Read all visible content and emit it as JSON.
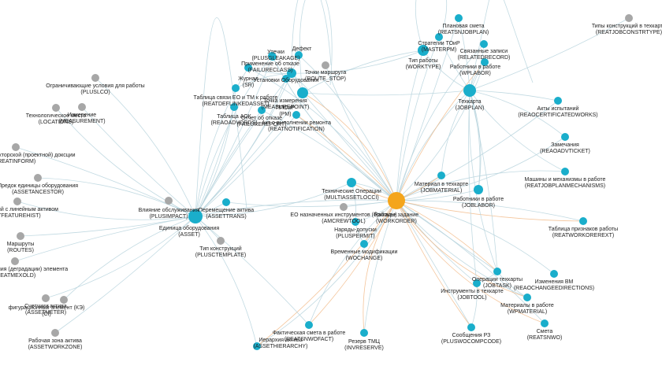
{
  "colors": {
    "entity": "#1aaecb",
    "reference": "#a7a7a7",
    "central": "#f4a51c",
    "edge": "#b7d3dd",
    "edge_highlight": "#f0b27a"
  },
  "nodes": [
    {
      "id": "workorder",
      "kind": "central",
      "label1": "Рабочее задание",
      "label2": "(WORKORDER)"
    },
    {
      "id": "asset",
      "kind": "entity",
      "label1": "Единица оборудования",
      "label2": "(ASSET)"
    },
    {
      "id": "jobplan",
      "kind": "entity",
      "label1": "Техкарта",
      "label2": "(JOBPLAN)"
    },
    {
      "id": "worktype",
      "kind": "entity",
      "label1": "Тип работы",
      "label2": "(WORKTYPE)"
    },
    {
      "id": "measurepoint",
      "kind": "entity",
      "label1": "Точка измерения",
      "label2": "(MEASUREPOINT)"
    },
    {
      "id": "pm",
      "kind": "entity",
      "label1": "ППОиР",
      "label2": "(PM)"
    },
    {
      "id": "multiasset",
      "kind": "entity",
      "label1": "Технические Операции",
      "label2": "(MULTIASSETLOCCI)"
    },
    {
      "id": "plusmpermit",
      "kind": "entity",
      "label1": "Наряды-допуски",
      "label2": "(PLUSPERMIT)"
    },
    {
      "id": "wochange",
      "kind": "entity",
      "label1": "Временные модификации",
      "label2": "(WOCHANGE)"
    },
    {
      "id": "jobmaterial",
      "kind": "entity",
      "label1": "Материал в техкарте",
      "label2": "(JOBMATERIAL)"
    },
    {
      "id": "joblabor",
      "kind": "entity",
      "label1": "Работники в работе",
      "label2": "(JOBLABOR)"
    },
    {
      "id": "wplabor",
      "kind": "entity",
      "label1": "Работники в работе",
      "label2": "(WPLABOR)"
    },
    {
      "id": "relatedrecord",
      "kind": "entity",
      "label1": "Связанные записи",
      "label2": "(RELATEDRECORD)"
    },
    {
      "id": "masterpm",
      "kind": "entity",
      "label1": "Стратегии ТОиР",
      "label2": "(MASTERPM)"
    },
    {
      "id": "reatsnjobplan",
      "kind": "entity",
      "label1": "Плановая смета",
      "label2": "(REATSNJOBPLAN)"
    },
    {
      "id": "reaocert",
      "kind": "entity",
      "label1": "Акты испытаний",
      "label2": "(REAOCERTIFICATEDWORKS)"
    },
    {
      "id": "reaoadvticket",
      "kind": "entity",
      "label1": "Замечания",
      "label2": "(REAOADVTICKET)"
    },
    {
      "id": "reatjobmech",
      "kind": "entity",
      "label1": "Машины и механизмы в работе",
      "label2": "(REATJOBPLANMECHANISMS)"
    },
    {
      "id": "reatworkorderext",
      "kind": "entity",
      "label1": "Таблица признаков работы",
      "label2": "(REATWORKOREREXT)"
    },
    {
      "id": "jobtask",
      "kind": "entity",
      "label1": "Операции техкарты",
      "label2": "(JOBTASK)"
    },
    {
      "id": "jobtool",
      "kind": "entity",
      "label1": "Инструменты в техкарте",
      "label2": "(JOBTOOL)"
    },
    {
      "id": "wpmaterial",
      "kind": "entity",
      "label1": "Материалы в работе",
      "label2": "(WPMATERIAL)"
    },
    {
      "id": "reaochange",
      "kind": "entity",
      "label1": "Изменения ВМ",
      "label2": "(REAOCHANGEEDIRECTIONS)"
    },
    {
      "id": "reatsnwo",
      "kind": "entity",
      "label1": "Смета",
      "label2": "(REATSNWO)"
    },
    {
      "id": "pluswocompcode",
      "kind": "entity",
      "label1": "Сообщения РЗ",
      "label2": "(PLUSWOCOMPCODE)"
    },
    {
      "id": "invreserve",
      "kind": "entity",
      "label1": "Резерв ТМЦ",
      "label2": "(INVRESERVE)"
    },
    {
      "id": "reatsnwofact",
      "kind": "entity",
      "label1": "Фактическая смета в работе",
      "label2": "(REATSNWOFACT)"
    },
    {
      "id": "assethierarchy",
      "kind": "entity",
      "label1": "Иерархия актива",
      "label2": "(ASSETHIERARCHY)"
    },
    {
      "id": "assettrans",
      "kind": "entity",
      "label1": "Перемещение актива",
      "label2": "(ASSETTRANS)"
    },
    {
      "id": "reatnotification",
      "kind": "entity",
      "label1": "Акт о выполнении ремонта",
      "label2": "(REATNOTIFICATION)"
    },
    {
      "id": "failurereport",
      "kind": "entity",
      "label1": "Отчет об отказе",
      "label2": "(FAILUREREPORT)"
    },
    {
      "id": "reaoadvords",
      "kind": "entity",
      "label1": "Таблица АОК",
      "label2": "(REAOADVORDS)"
    },
    {
      "id": "reatdeflinked",
      "kind": "entity",
      "label1": "Таблица связи ЕО и ТМ к работе",
      "label2": "(REATDEFLINKEDASSET)"
    },
    {
      "id": "sr",
      "kind": "entity",
      "label1": "Журнал",
      "label2": "(SR)"
    },
    {
      "id": "plusmleakage",
      "kind": "entity",
      "label1": "Утечки",
      "label2": "(PLUSGLEAKAGE)"
    },
    {
      "id": "installequip",
      "kind": "entity",
      "label1": "Установки Оборудования",
      "label2": ""
    },
    {
      "id": "failureclass",
      "kind": "entity",
      "label1": "Применение об отказе",
      "label2": "(FAILURECLASS)"
    },
    {
      "id": "defect",
      "kind": "entity",
      "label1": "Дефект",
      "label2": ""
    },
    {
      "id": "routestop",
      "kind": "reference",
      "label1": "Точки маршрута",
      "label2": "(ROUTE_STOP)"
    },
    {
      "id": "plusimpact",
      "kind": "reference",
      "label1": "Влияние обслуживания",
      "label2": "(PLUSIMPACT)"
    },
    {
      "id": "plustemplate",
      "kind": "reference",
      "label1": "Тип конструкций",
      "label2": "(PLUSCTEMPLATE)"
    },
    {
      "id": "amcrewtool",
      "kind": "reference",
      "label1": "ЕО назначенных инструментов (бригады)",
      "label2": "(AMCREWTOOL)"
    },
    {
      "id": "reatjobconstrtype",
      "kind": "reference",
      "label1": "Типы конструкций в техкарте",
      "label2": "(REATJOBCONSTRTYPE)"
    },
    {
      "id": "pluslco",
      "kind": "reference",
      "label1": "Ограничивающие условия для работы",
      "label2": "(PLUSLCO)"
    },
    {
      "id": "locations",
      "kind": "reference",
      "label1": "Технологическое место",
      "label2": "(LOCATIONS)"
    },
    {
      "id": "measurement",
      "kind": "reference",
      "label1": "Измерение",
      "label2": "(MEASUREMENT)"
    },
    {
      "id": "reatinform",
      "kind": "reference",
      "label1": "Зеваний конструкторской (проектной) доксции",
      "label2": "(REATINFORM)"
    },
    {
      "id": "assetancestor",
      "kind": "reference",
      "label1": "Предок единицы оборудования",
      "label2": "(ASSETANCESTOR)"
    },
    {
      "id": "etfeaturehist",
      "kind": "reference",
      "label1": "связанный с линейным активом",
      "label2": "ETFEATUREHIST)"
    },
    {
      "id": "routes",
      "kind": "reference",
      "label1": "Маршруты",
      "label2": "(ROUTES)"
    },
    {
      "id": "reatmexold",
      "kind": "reference",
      "label1": "анизмы старения (деградации) элемента",
      "label2": "(REATMEXOLD)"
    },
    {
      "id": "ci",
      "kind": "reference",
      "label1": "фигурационный элемент (КЭ)",
      "label2": "(CI)"
    },
    {
      "id": "assetmeter",
      "kind": "reference",
      "label1": "Счетчики актива",
      "label2": "(ASSETMETER)"
    },
    {
      "id": "assetworkzone",
      "kind": "reference",
      "label1": "Рабочая зона актива",
      "label2": "(ASSETWORKZONE)"
    }
  ]
}
